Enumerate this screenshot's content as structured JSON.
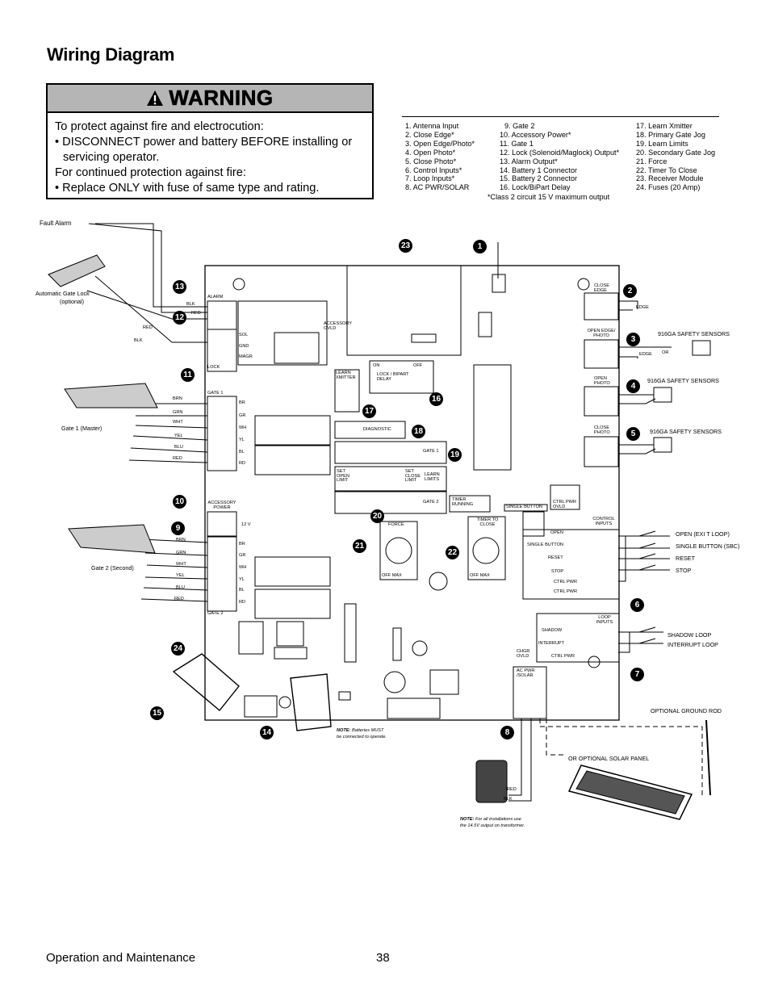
{
  "page_title": "Wiring Diagram",
  "warning": {
    "heading": "WARNING",
    "lines": [
      "To protect against fire and electrocution:",
      "• DISCONNECT power and battery BEFORE installing or",
      "servicing operator.",
      "For continued protection against fire:",
      "• Replace ONLY with fuse of same type and rating."
    ]
  },
  "legend": {
    "col1": [
      "1. Antenna Input",
      "2. Close Edge*",
      "3. Open Edge/Photo*",
      "4. Open Photo*",
      "5. Close Photo*",
      "6. Control Inputs*",
      "7. Loop Inputs*",
      "8. AC PWR/SOLAR"
    ],
    "col2": [
      "9. Gate 2",
      "10. Accessory Power*",
      "11. Gate 1",
      "12. Lock (Solenoid/Maglock) Output*",
      "13. Alarm Output*",
      "14. Battery 1 Connector",
      "15. Battery 2 Connector",
      "16. Lock/BiPart Delay"
    ],
    "col3": [
      "17. Learn Xmitter",
      "18. Primary Gate Jog",
      "19. Learn Limits",
      "20. Secondary Gate Jog",
      "21. Force",
      "22. Timer To Close",
      "23. Receiver Module",
      "24. Fuses (20 Amp)"
    ],
    "note": "*Class 2 circuit 15 V maximum output"
  },
  "external_labels": {
    "fault_alarm": "Fault Alarm",
    "auto_gate_lock": "Automatic Gate Lock",
    "optional": "(optional)",
    "gate1": "Gate 1 (Master)",
    "gate2": "Gate 2 (Second)",
    "edge1": "EDGE",
    "edge2": "EDGE",
    "or": "OR",
    "safety1": "916GA SAFETY SENSORS",
    "safety2": "916GA SAFETY SENSORS",
    "safety3": "916GA SAFETY SENSORS",
    "open_exit": "OPEN (EXI T LOOP)",
    "single_sbc": "SINGLE BUTTON (SBC)",
    "reset": "RESET",
    "stop": "STOP",
    "shadow_loop": "SHADOW LOOP",
    "interrupt_loop": "INTERRUPT LOOP",
    "ground_rod": "OPTIONAL GROUND ROD",
    "solar": "OR OPTIONAL SOLAR PANEL",
    "red": "RED",
    "blk": "BLK",
    "note_battery_b": "NOTE:",
    "note_battery": "Batteries MUST",
    "note_battery2": "be connected to operate.",
    "note_xfmr_b": "NOTE:",
    "note_xfmr": "For all installations use",
    "note_xfmr2": "the 14.5V output on transformer."
  },
  "wire_colors": [
    "BRN",
    "GRN",
    "WHT",
    "YEL",
    "BLU",
    "RED"
  ],
  "board_labels": {
    "alarm": "ALARM",
    "lock": "LOCK",
    "sol": "SOL",
    "gnd": "GND",
    "magr": "MAGR",
    "gate1": "GATE 1",
    "gate2": "GATE 2",
    "accessory_power": "ACCESSORY POWER",
    "v12": "12 V",
    "terms": [
      "BR",
      "GR",
      "WH",
      "YL",
      "BL",
      "RD"
    ],
    "accessory_ovld": "ACCESSORY OVLD",
    "learn_xmitter": "LEARN XMITTER",
    "on": "ON",
    "off": "OFF",
    "lock_bipart": "LOCK / BIPART DELAY",
    "diagnostic": "DIAGNOSTIC",
    "gate1_btn": "GATE 1",
    "gate2_btn": "GATE 2",
    "set_open": "SET OPEN LIMIT",
    "set_close": "SET CLOSE LIMIT",
    "learn_limits": "LEARN LIMITS",
    "timer_running": "TIMER RUNNING",
    "single_button": "SINGLE BUTTON",
    "ctrl_pwr_ovld": "CTRL PWR OVLD",
    "force": "FORCE",
    "timer_to_close": "TIMER TO CLOSE",
    "off_max1": "OFF      MAX",
    "off_max2": "OFF      MAX",
    "close_edge": "CLOSE EDGE",
    "open_edge_photo": "OPEN EDGE/ PHOTO",
    "open_photo": "OPEN PHOTO",
    "close_photo": "CLOSE PHOTO",
    "control_inputs": "CONTROL INPUTS",
    "open": "OPEN",
    "single_btn": "SINGLE BUTTON",
    "reset": "RESET",
    "stop": "STOP",
    "ctrl_pwr": "CTRL PWR",
    "ctrl_pwr2": "CTRL PWR",
    "loop_inputs": "LOOP INPUTS",
    "shadow": "SHADOW",
    "interrupt": "INTERRUPT",
    "ctrl_pwr3": "CTRL PWR",
    "chgr_ovld": "CHGR OVLD",
    "ac_pwr_solar": "AC PWR /SOLAR"
  },
  "callouts": [
    "1",
    "2",
    "3",
    "4",
    "5",
    "6",
    "7",
    "8",
    "9",
    "10",
    "11",
    "12",
    "13",
    "14",
    "15",
    "16",
    "17",
    "18",
    "19",
    "20",
    "21",
    "22",
    "23",
    "24"
  ],
  "footer": {
    "left": "Operation and Maintenance",
    "page": "38"
  }
}
